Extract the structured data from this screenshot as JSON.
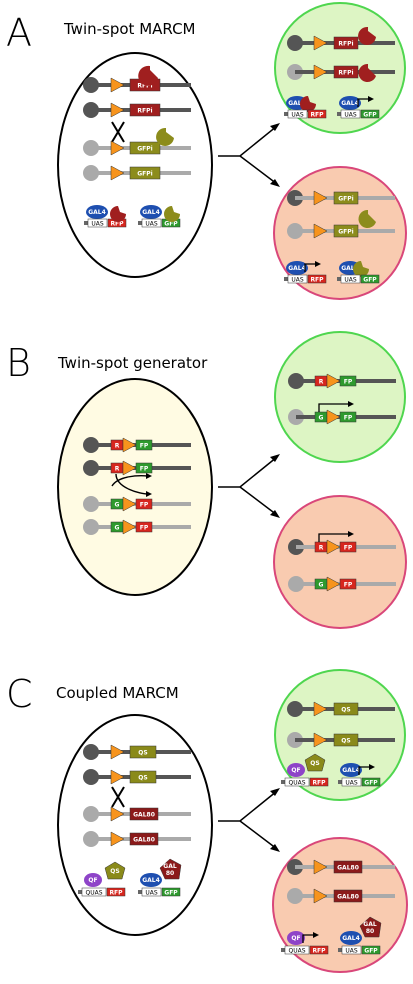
{
  "panels": {
    "a": {
      "letter": "A",
      "title": "Twin-spot MARCM",
      "parent": {
        "chromosomes": [
          "RFPi",
          "RFPi",
          "GFPi",
          "GFPi"
        ],
        "gal4": "GAL4",
        "uas": "UAS",
        "reporters": [
          "RFP",
          "GFP"
        ]
      },
      "daughter_green": {
        "chromosomes": [
          "RFPi",
          "RFPi"
        ],
        "gal4": "GAL4",
        "uas": "UAS",
        "reporters": [
          "RFP",
          "GFP"
        ]
      },
      "daughter_red": {
        "chromosomes": [
          "GFPi",
          "GFPi"
        ],
        "gal4": "GAL4",
        "uas": "UAS",
        "reporters": [
          "RFP",
          "GFP"
        ]
      }
    },
    "b": {
      "letter": "B",
      "title": "Twin-spot generator",
      "parent": {
        "chromosomes": [
          [
            "R",
            "FP"
          ],
          [
            "R",
            "FP"
          ],
          [
            "G",
            "FP"
          ],
          [
            "G",
            "FP"
          ]
        ]
      },
      "daughter_green": {
        "chromosomes": [
          [
            "R",
            "FP"
          ],
          [
            "G",
            "FP"
          ]
        ]
      },
      "daughter_red": {
        "chromosomes": [
          [
            "R",
            "FP"
          ],
          [
            "G",
            "FP"
          ]
        ]
      }
    },
    "c": {
      "letter": "C",
      "title": "Coupled MARCM",
      "parent": {
        "chromosomes": [
          "QS",
          "QS",
          "GAL80",
          "GAL80"
        ],
        "qf": "QF",
        "qs": "QS",
        "quas": "QUAS",
        "gal4": "GAL4",
        "gal80_line1": "GAL",
        "gal80_line2": "80",
        "uas": "UAS",
        "reporters": [
          "RFP",
          "GFP"
        ]
      },
      "daughter_green": {
        "chromosomes": [
          "QS",
          "QS"
        ],
        "qf": "QF",
        "qs": "QS",
        "quas": "QUAS",
        "gal4": "GAL4",
        "uas": "UAS",
        "reporters": [
          "RFP",
          "GFP"
        ]
      },
      "daughter_red": {
        "chromosomes": [
          "GAL80",
          "GAL80"
        ],
        "qf": "QF",
        "quas": "QUAS",
        "gal4": "GAL4",
        "gal80_line1": "GAL",
        "gal80_line2": "80",
        "uas": "UAS",
        "reporters": [
          "RFP",
          "GFP"
        ]
      }
    }
  },
  "colors": {
    "dark_arm": "#555555",
    "light_arm": "#aaaaaa",
    "promoter": "#f7941d",
    "rfp": "#d7261e",
    "gfp": "#2e9a2e",
    "rfpi": "#a01f1f",
    "gfpi": "#8c8c1c",
    "gal4": "#1e4fb0",
    "qf": "#8e44c8",
    "qs": "#8a8a1a",
    "gal80": "#8b1a1a",
    "cell_green": "#ddf5c4",
    "cell_green_border": "#4fd64f",
    "cell_red": "#f9cbb0",
    "cell_red_border": "#d9477a",
    "cell_yellow": "#fffbe3"
  }
}
